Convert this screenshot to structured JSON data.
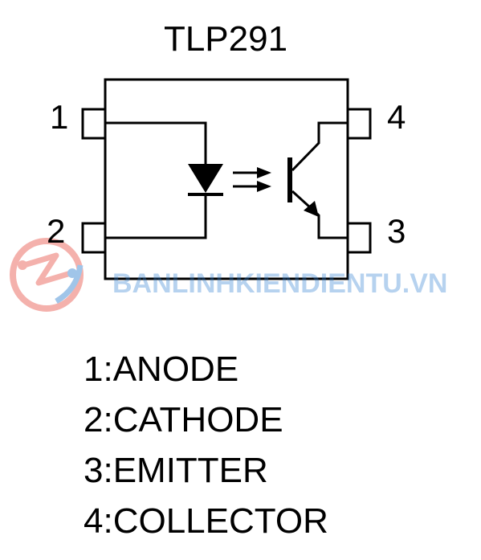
{
  "title": "TLP291",
  "pins": [
    {
      "number": "1",
      "label": "1:ANODE"
    },
    {
      "number": "2",
      "label": "2:CATHODE"
    },
    {
      "number": "3",
      "label": "3:EMITTER"
    },
    {
      "number": "4",
      "label": "4:COLLECTOR"
    }
  ],
  "watermark": {
    "text": "BANLINHKIENDIENTU.VN",
    "color": "#2f7fd0",
    "logo_color": "#e8534a"
  },
  "colors": {
    "line": "#000000",
    "background": "#ffffff"
  }
}
